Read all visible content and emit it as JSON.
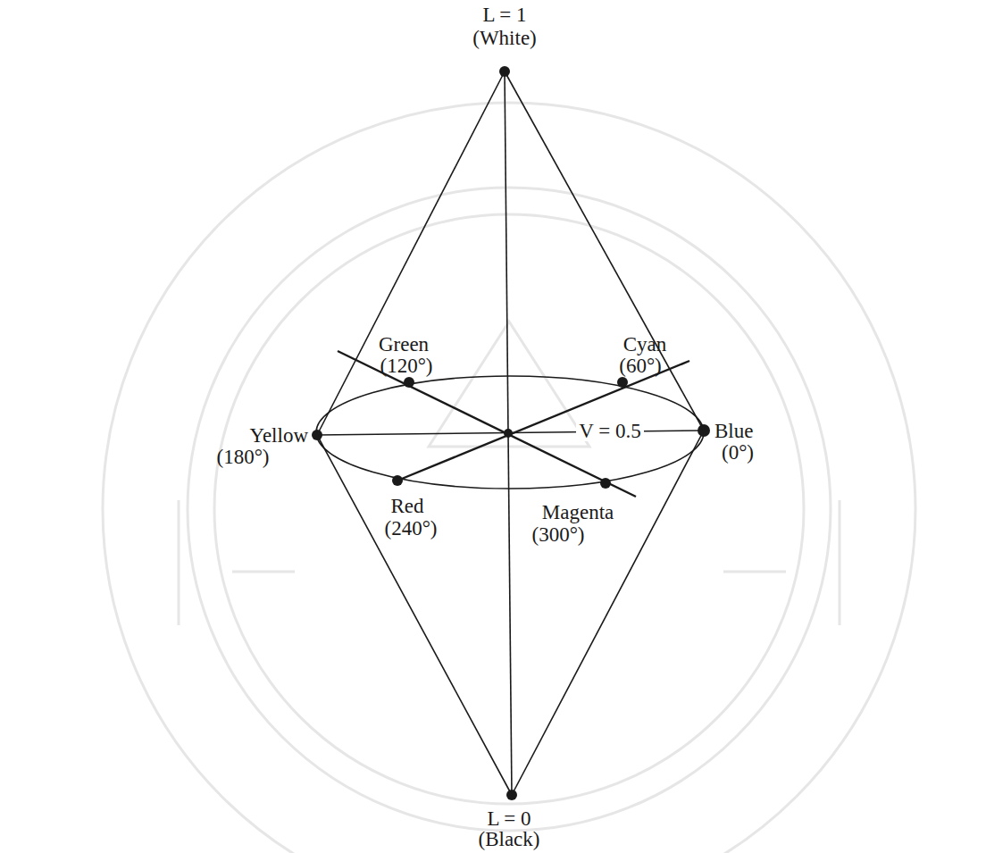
{
  "diagram": {
    "labels": [
      "L = 1",
      "(White)",
      "Green",
      "(120°)",
      "Cyan",
      "(60°)",
      "Yellow",
      "(180°)",
      "Blue",
      "(0°)",
      "V = 0.5",
      "Red",
      "(240°)",
      "Magenta",
      "(300°)",
      "L = 0",
      "(Black)"
    ]
  }
}
